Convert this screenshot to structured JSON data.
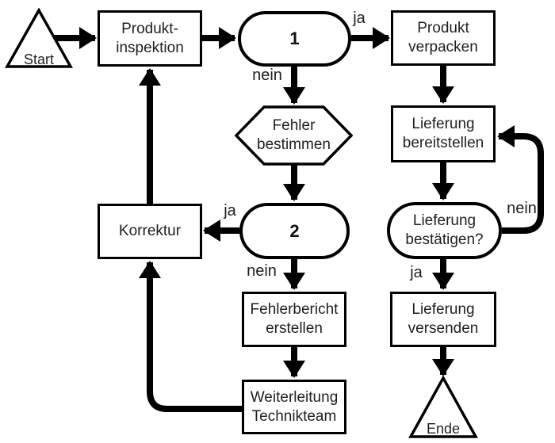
{
  "colors": {
    "background": "#ffffff",
    "stroke": "#000000",
    "text": "#1f1f1f"
  },
  "diagram": {
    "nodes": {
      "start": {
        "label": "Start",
        "shape": "triangle"
      },
      "produktinspektion": {
        "label": "Produkt-\ninspektion",
        "shape": "rectangle"
      },
      "decision1": {
        "label": "1",
        "shape": "stadium"
      },
      "produktverpacken": {
        "label": "Produkt\nverpacken",
        "shape": "rectangle"
      },
      "fehlerbestimmen": {
        "label": "Fehler\nbestimmen",
        "shape": "hexagon"
      },
      "lieferungbereitstellen": {
        "label": "Lieferung\nbereitstellen",
        "shape": "rectangle"
      },
      "korrektur": {
        "label": "Korrektur",
        "shape": "rectangle"
      },
      "decision2": {
        "label": "2",
        "shape": "stadium"
      },
      "lieferungbestaetigen": {
        "label": "Lieferung\nbestätigen?",
        "shape": "stadium"
      },
      "fehlerbericht": {
        "label": "Fehlerbericht\nerstellen",
        "shape": "rectangle"
      },
      "lieferungversenden": {
        "label": "Lieferung\nversenden",
        "shape": "rectangle"
      },
      "weiterleitung": {
        "label": "Weiterleitung\nTechnikteam",
        "shape": "rectangle"
      },
      "ende": {
        "label": "Ende",
        "shape": "triangle"
      }
    },
    "edge_labels": {
      "decision1_ja": "ja",
      "decision1_nein": "nein",
      "decision2_ja": "ja",
      "decision2_nein": "nein",
      "bestaetigen_nein": "nein",
      "bestaetigen_ja": "ja"
    }
  }
}
